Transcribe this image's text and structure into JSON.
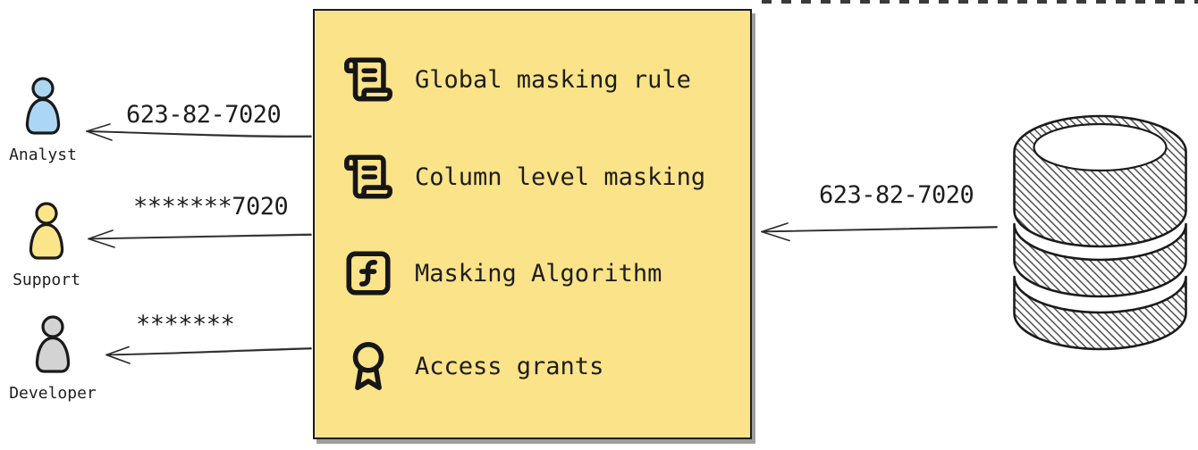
{
  "recipients": [
    {
      "name": "Analyst",
      "received_value": "623-82-7020",
      "fill": "#add6f5"
    },
    {
      "name": "Support",
      "received_value": "*******7020",
      "fill": "#fae58b"
    },
    {
      "name": "Developer",
      "received_value": "*******",
      "fill": "#d3d3d3"
    }
  ],
  "masking_box": {
    "fill": "#fae388",
    "border_color": "#1b1b1b",
    "items": [
      {
        "label": "Global masking rule",
        "icon": "scroll-text-icon"
      },
      {
        "label": "Column level masking",
        "icon": "scroll-text-icon"
      },
      {
        "label": "Masking Algorithm",
        "icon": "function-square-icon"
      },
      {
        "label": "Access grants",
        "icon": "award-icon"
      }
    ]
  },
  "database": {
    "icon": "database-icon",
    "outgoing_value": "623-82-7020"
  },
  "colors": {
    "text": "#1e1e1e",
    "arrow": "#2b2b2b",
    "dashed_edge": "#3a3a3a"
  }
}
